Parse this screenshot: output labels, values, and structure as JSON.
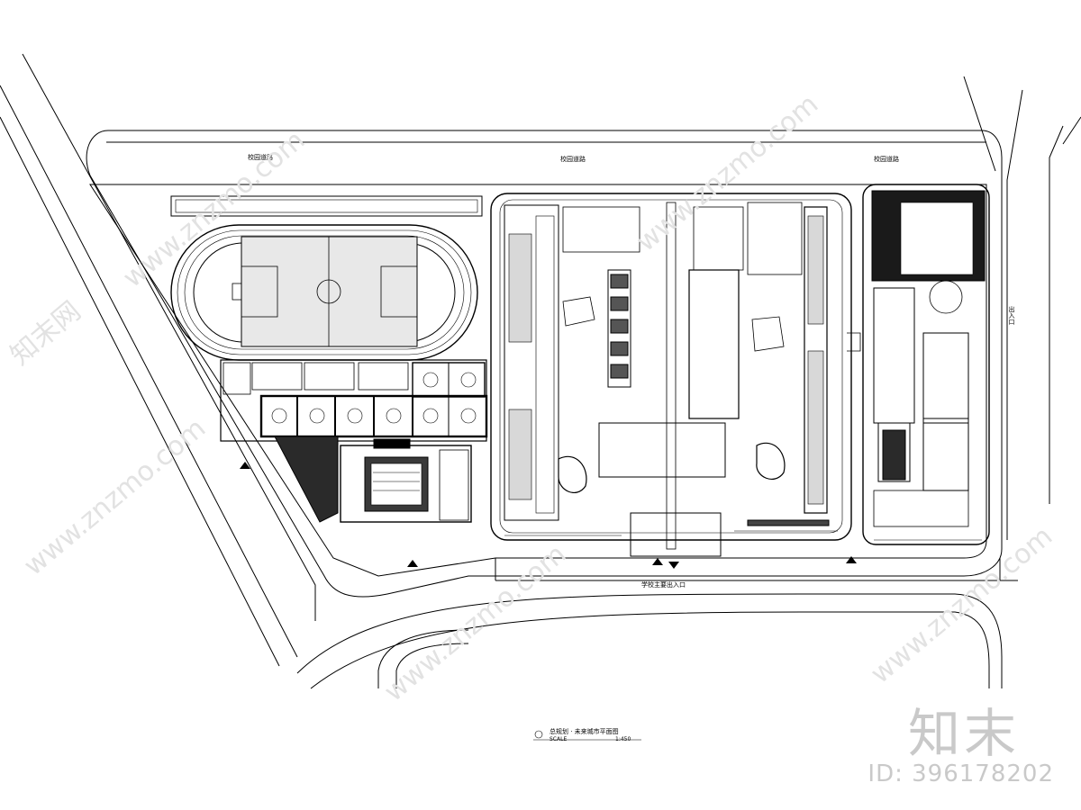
{
  "plan": {
    "road_label_top_left": "校园道路",
    "road_label_top_mid": "校园道路",
    "road_label_top_right": "校园道路",
    "entrance_label": "学校主要出入口",
    "side_entrance_label": "出入口",
    "title": "总规划 · 未来城市平面图",
    "scale_word": "SCALE",
    "scale_value": "1:450"
  },
  "watermark": {
    "brand": "知末",
    "id_text": "ID: 396178202",
    "site_text": "www.znzmo.com",
    "brand_text": "知末网"
  },
  "colors": {
    "line": "#000000",
    "watermark": "#c9c9c9"
  }
}
